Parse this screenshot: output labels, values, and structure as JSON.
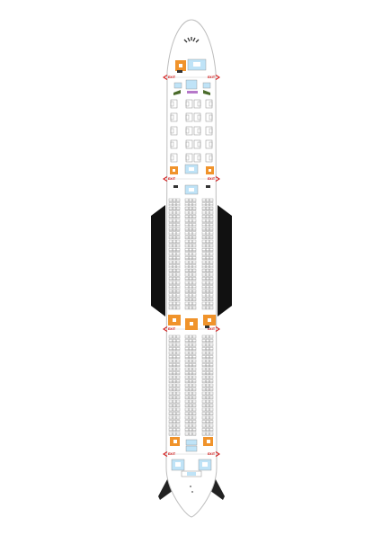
{
  "exits": {
    "label": "EXIT"
  },
  "colors": {
    "fuselage_stroke": "#bdbdbd",
    "seat_stroke": "#8a8a8a",
    "galley": "#f0932b",
    "lavatory": "#bfe3f7",
    "exit": "#d42020",
    "wing": "#111111",
    "bassinet": "#4a6b2a"
  },
  "cabins": [
    {
      "id": "business",
      "rows": 5,
      "layout": [
        1,
        2,
        1
      ]
    },
    {
      "id": "economy-forward",
      "rows": 27,
      "layout": [
        3,
        3,
        3
      ]
    },
    {
      "id": "economy-aft",
      "rows": 25,
      "layout": [
        3,
        3,
        3
      ]
    }
  ],
  "icons": {
    "galley": "galley-icon",
    "lavatory": "lavatory-icon",
    "exit": "exit-arrow-icon"
  }
}
